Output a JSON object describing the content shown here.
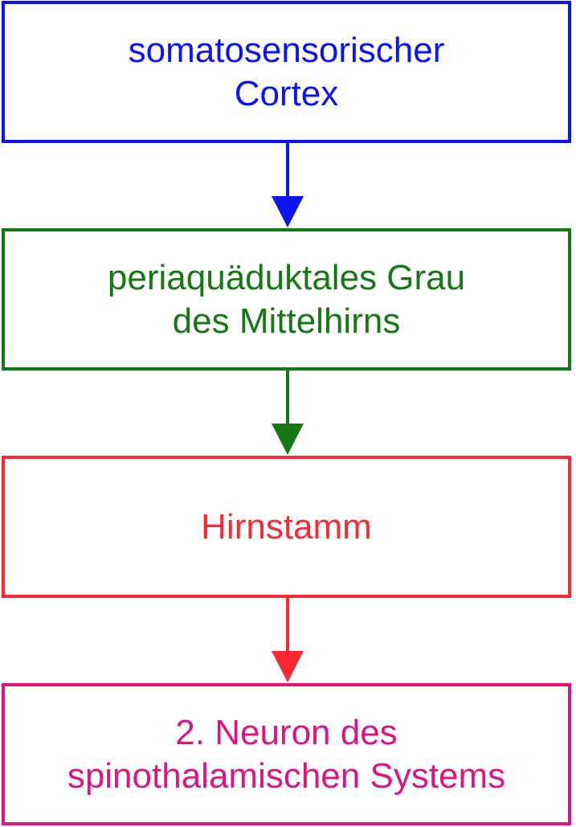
{
  "diagram": {
    "nodes": [
      {
        "id": "cortex",
        "lines": [
          "somatosensorischer",
          "Cortex"
        ],
        "color": "#0a14f5"
      },
      {
        "id": "pag",
        "lines": [
          "periaquäduktales Grau",
          "des Mittelhirns"
        ],
        "color": "#147814"
      },
      {
        "id": "brainstem",
        "lines": [
          "Hirnstamm"
        ],
        "color": "#fa2832"
      },
      {
        "id": "neuron",
        "lines": [
          "2. Neuron des",
          "spinothalamischen Systems"
        ],
        "color": "#dc1484"
      }
    ],
    "edges": [
      {
        "from": "cortex",
        "to": "pag",
        "color": "#0a14f5"
      },
      {
        "from": "pag",
        "to": "brainstem",
        "color": "#147814"
      },
      {
        "from": "brainstem",
        "to": "neuron",
        "color": "#fa2832"
      }
    ]
  }
}
